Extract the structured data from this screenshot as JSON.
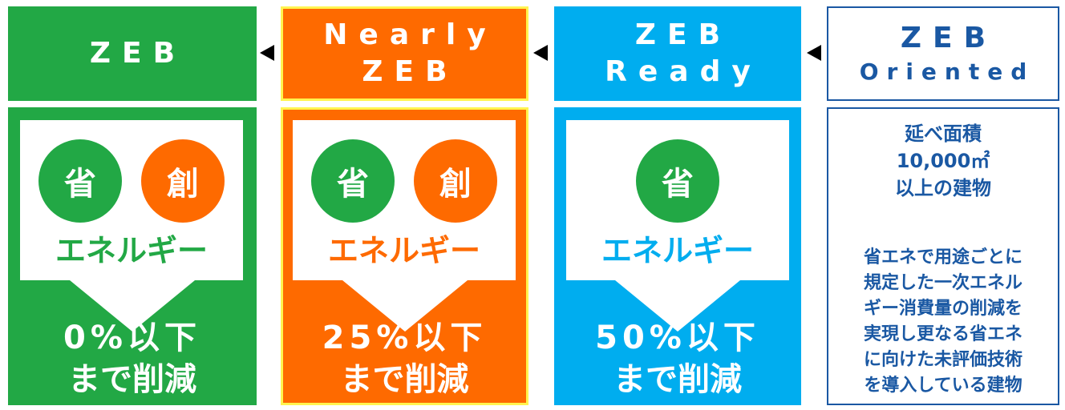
{
  "levels": [
    {
      "title_lines": [
        "ZEB"
      ],
      "circles": [
        "省",
        "創"
      ],
      "energy": "エネルギー",
      "result_lines": [
        "0%以下",
        "まで削減"
      ]
    },
    {
      "title_lines": [
        "Nearly",
        "ZEB"
      ],
      "circles": [
        "省",
        "創"
      ],
      "energy": "エネルギー",
      "result_lines": [
        "25%以下",
        "まで削減"
      ]
    },
    {
      "title_lines": [
        "ZEB",
        "Ready"
      ],
      "circles": [
        "省"
      ],
      "energy": "エネルギー",
      "result_lines": [
        "50%以下",
        "まで削減"
      ]
    },
    {
      "title_lines": [
        "ZEB",
        "Oriented"
      ],
      "condition_lines": [
        "延べ面積",
        "10,000㎡",
        "以上の建物"
      ],
      "description_lines": [
        "省エネで用途ごとに",
        "規定した一次エネル",
        "ギー消費量の削減を",
        "実現し更なる省エネ",
        "に向けた未評価技術",
        "を導入している建物"
      ]
    }
  ],
  "colors": {
    "green": "#22a845",
    "orange": "#fe6a00",
    "blue": "#00adef",
    "navy": "#1a58a3",
    "highlight": "#fff44f"
  }
}
